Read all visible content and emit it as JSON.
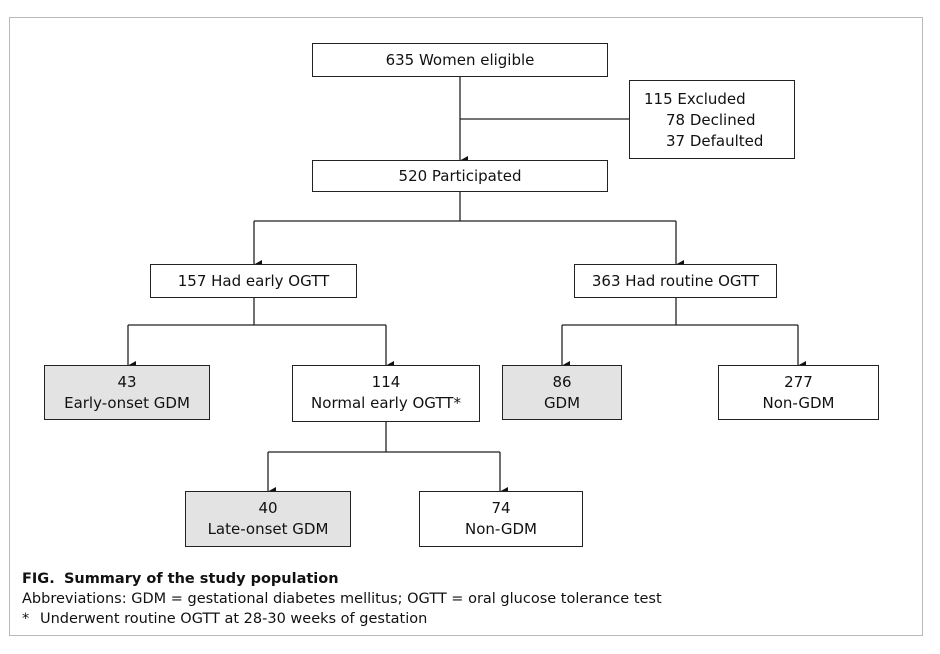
{
  "flowchart": {
    "eligible": "635 Women eligible",
    "excluded": {
      "main": "115 Excluded",
      "declined": "78 Declined",
      "defaulted": "37 Defaulted"
    },
    "participated": "520 Participated",
    "early_ogtt": "157 Had early OGTT",
    "routine_ogtt": "363 Had routine OGTT",
    "early_gdm": {
      "count": "43",
      "label": "Early-onset GDM"
    },
    "normal_early": {
      "count": "114",
      "label": "Normal early OGTT*"
    },
    "routine_gdm": {
      "count": "86",
      "label": "GDM"
    },
    "routine_non_gdm": {
      "count": "277",
      "label": "Non-GDM"
    },
    "late_gdm": {
      "count": "40",
      "label": "Late-onset GDM"
    },
    "late_non_gdm": {
      "count": "74",
      "label": "Non-GDM"
    }
  },
  "caption": {
    "fig_label": "FIG.",
    "title": "Summary of the study population",
    "abbreviations": "Abbreviations: GDM = gestational diabetes mellitus; OGTT = oral glucose tolerance test",
    "footnote_mark": "*",
    "footnote": "Underwent routine OGTT at 28-30 weeks of gestation"
  },
  "colors": {
    "shaded_box": "#e3e3e3",
    "border": "#222222",
    "frame": "#b9b9b9"
  }
}
